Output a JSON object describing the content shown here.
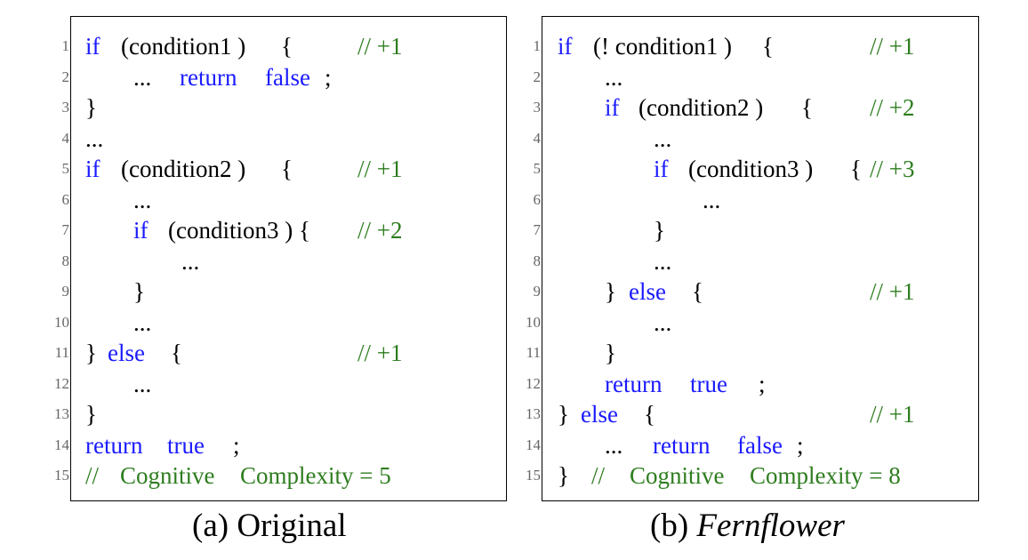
{
  "panels": [
    {
      "id": "a",
      "caption_label": "(a)",
      "caption_title": "Original",
      "caption_italic": false,
      "lines": [
        {
          "n": "1",
          "indent": 0,
          "tokens": [
            [
              "kw",
              "if"
            ],
            [
              "pl",
              "(condition1 )"
            ],
            [
              "pl",
              "{"
            ],
            [
              "cm",
              "// +1"
            ]
          ]
        },
        {
          "n": "2",
          "indent": 1,
          "tokens": [
            [
              "pl",
              "..."
            ],
            [
              "kw",
              "return"
            ],
            [
              "kw",
              "false"
            ],
            [
              "pl",
              ";"
            ]
          ]
        },
        {
          "n": "3",
          "indent": 0,
          "tokens": [
            [
              "pl",
              "}"
            ]
          ]
        },
        {
          "n": "4",
          "indent": 0,
          "tokens": [
            [
              "pl",
              "..."
            ]
          ]
        },
        {
          "n": "5",
          "indent": 0,
          "tokens": [
            [
              "kw",
              "if"
            ],
            [
              "pl",
              "(condition2 )"
            ],
            [
              "pl",
              "{"
            ],
            [
              "cm",
              "// +1"
            ]
          ]
        },
        {
          "n": "6",
          "indent": 1,
          "tokens": [
            [
              "pl",
              "..."
            ]
          ]
        },
        {
          "n": "7",
          "indent": 1,
          "tokens": [
            [
              "kw",
              "if"
            ],
            [
              "pl",
              "(condition3 ) {"
            ],
            [
              "cm",
              "// +2"
            ]
          ]
        },
        {
          "n": "8",
          "indent": 2,
          "tokens": [
            [
              "pl",
              "..."
            ]
          ]
        },
        {
          "n": "9",
          "indent": 1,
          "tokens": [
            [
              "pl",
              "}"
            ]
          ]
        },
        {
          "n": "10",
          "indent": 1,
          "tokens": [
            [
              "pl",
              "..."
            ]
          ]
        },
        {
          "n": "11",
          "indent": 0,
          "tokens": [
            [
              "pl",
              "}"
            ],
            [
              "kw",
              "else"
            ],
            [
              "pl",
              "{"
            ],
            [
              "cm",
              "// +1"
            ]
          ]
        },
        {
          "n": "12",
          "indent": 1,
          "tokens": [
            [
              "pl",
              "..."
            ]
          ]
        },
        {
          "n": "13",
          "indent": 0,
          "tokens": [
            [
              "pl",
              "}"
            ]
          ]
        },
        {
          "n": "14",
          "indent": 0,
          "tokens": [
            [
              "kw",
              "return"
            ],
            [
              "kw",
              "true"
            ],
            [
              "pl",
              ";"
            ]
          ]
        },
        {
          "n": "15",
          "indent": 0,
          "tokens": [
            [
              "cm",
              "//"
            ],
            [
              "cm",
              "Cognitive"
            ],
            [
              "cm",
              "Complexity = 5"
            ]
          ]
        }
      ]
    },
    {
      "id": "b",
      "caption_label": "(b)",
      "caption_title": "Fernflower",
      "caption_italic": true,
      "lines": [
        {
          "n": "1",
          "indent": 0,
          "tokens": [
            [
              "kw",
              "if"
            ],
            [
              "pl",
              "(! condition1 )"
            ],
            [
              "pl",
              "{"
            ],
            [
              "cm",
              "// +1"
            ]
          ]
        },
        {
          "n": "2",
          "indent": 1,
          "tokens": [
            [
              "pl",
              "..."
            ]
          ]
        },
        {
          "n": "3",
          "indent": 1,
          "tokens": [
            [
              "kw",
              "if"
            ],
            [
              "pl",
              "(condition2 )"
            ],
            [
              "pl",
              "{"
            ],
            [
              "cm",
              "// +2"
            ]
          ]
        },
        {
          "n": "4",
          "indent": 2,
          "tokens": [
            [
              "pl",
              "..."
            ]
          ]
        },
        {
          "n": "5",
          "indent": 2,
          "tokens": [
            [
              "kw",
              "if"
            ],
            [
              "pl",
              "(condition3 )"
            ],
            [
              "pl",
              "{"
            ],
            [
              "cm",
              "// +3"
            ]
          ]
        },
        {
          "n": "6",
          "indent": 3,
          "tokens": [
            [
              "pl",
              "..."
            ]
          ]
        },
        {
          "n": "7",
          "indent": 2,
          "tokens": [
            [
              "pl",
              "}"
            ]
          ]
        },
        {
          "n": "8",
          "indent": 2,
          "tokens": [
            [
              "pl",
              "..."
            ]
          ]
        },
        {
          "n": "9",
          "indent": 1,
          "tokens": [
            [
              "pl",
              "}"
            ],
            [
              "kw",
              "else"
            ],
            [
              "pl",
              "{"
            ],
            [
              "cm",
              "// +1"
            ]
          ]
        },
        {
          "n": "10",
          "indent": 2,
          "tokens": [
            [
              "pl",
              "..."
            ]
          ]
        },
        {
          "n": "11",
          "indent": 1,
          "tokens": [
            [
              "pl",
              "}"
            ]
          ]
        },
        {
          "n": "12",
          "indent": 1,
          "tokens": [
            [
              "kw",
              "return"
            ],
            [
              "kw",
              "true"
            ],
            [
              "pl",
              ";"
            ]
          ]
        },
        {
          "n": "13",
          "indent": 0,
          "tokens": [
            [
              "pl",
              "}"
            ],
            [
              "kw",
              "else"
            ],
            [
              "pl",
              "{"
            ],
            [
              "cm",
              "// +1"
            ]
          ]
        },
        {
          "n": "14",
          "indent": 1,
          "tokens": [
            [
              "pl",
              "..."
            ],
            [
              "kw",
              "return"
            ],
            [
              "kw",
              "false"
            ],
            [
              "pl",
              ";"
            ]
          ]
        },
        {
          "n": "15",
          "indent": 0,
          "tokens": [
            [
              "pl",
              "}"
            ],
            [
              "cm",
              "//"
            ],
            [
              "cm",
              "Cognitive"
            ],
            [
              "cm",
              "Complexity = 8"
            ]
          ]
        }
      ]
    }
  ]
}
